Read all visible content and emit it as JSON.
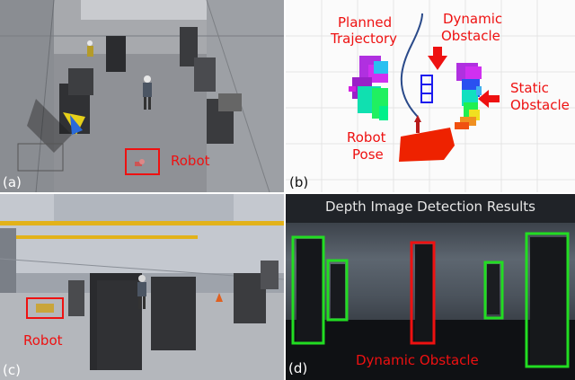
{
  "panels": {
    "a": {
      "tag": "(a)",
      "robot_label": "Robot"
    },
    "b": {
      "tag": "(b)",
      "planned_trajectory_line1": "Planned",
      "planned_trajectory_line2": "Trajectory",
      "dynamic_obstacle_line1": "Dynamic",
      "dynamic_obstacle_line2": "Obstacle",
      "static_obstacle_line1": "Static",
      "static_obstacle_line2": "Obstacle",
      "robot_pose_line1": "Robot",
      "robot_pose_line2": "Pose"
    },
    "c": {
      "tag": "(c)",
      "robot_label": "Robot"
    },
    "d": {
      "tag": "(d)",
      "title": "Depth Image Detection Results",
      "dynamic_obstacle_label": "Dynamic Obstacle"
    }
  },
  "colors": {
    "annotation_red": "#ee1111",
    "static_box_green": "#22dd22",
    "dynamic_box_red": "#ee1111",
    "trajectory_blue": "#2a4a8a",
    "dynamic_obstacle_blue": "#1a1aee"
  }
}
